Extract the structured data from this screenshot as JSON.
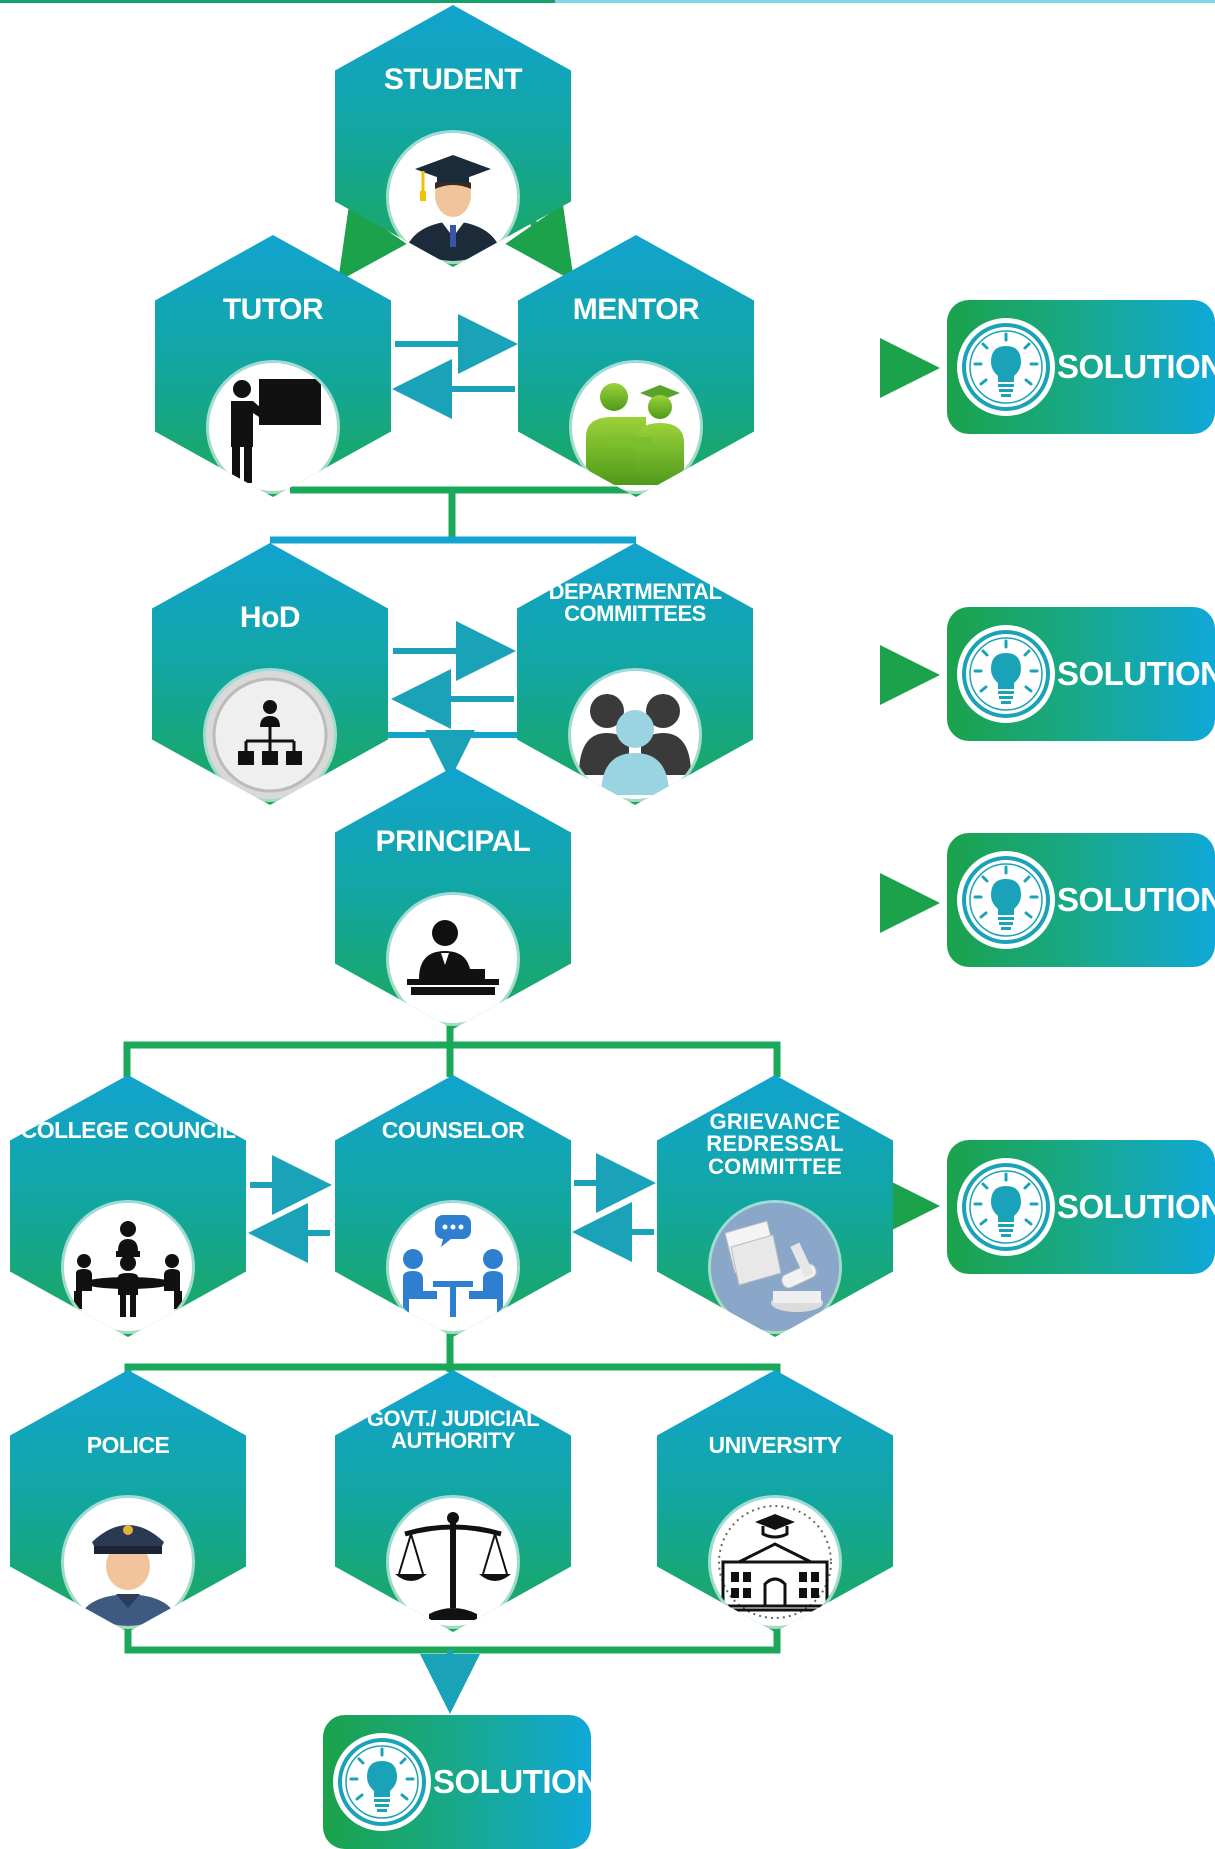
{
  "colors": {
    "hex_top": "#12a3cf",
    "hex_bottom": "#1aa85a",
    "connector_green": "#1aa85a",
    "arrow_teal": "#1aa3b8",
    "solution_left": "#1ba24a",
    "solution_right": "#10a8d8"
  },
  "nodes": {
    "student": {
      "label": "STUDENT",
      "icon": "graduate-icon"
    },
    "tutor": {
      "label": "TUTOR",
      "icon": "teacher-board-icon"
    },
    "mentor": {
      "label": "MENTOR",
      "icon": "mentor-icon"
    },
    "hod": {
      "label": "HoD",
      "icon": "hierarchy-icon"
    },
    "departmental_committees": {
      "label": "DEPARTMENTAL COMMITTEES",
      "icon": "group-icon"
    },
    "principal": {
      "label": "PRINCIPAL",
      "icon": "desk-official-icon"
    },
    "college_council": {
      "label": "COLLEGE COUNCIL",
      "icon": "meeting-table-icon"
    },
    "counselor": {
      "label": "COUNSELOR",
      "icon": "counseling-icon"
    },
    "grievance": {
      "label": "GRIEVANCE REDRESSAL COMMITTEE",
      "icon": "gavel-icon"
    },
    "police": {
      "label": "POLICE",
      "icon": "police-officer-icon"
    },
    "govt": {
      "label": "GOVT./ JUDICIAL AUTHORITY",
      "icon": "justice-scale-icon"
    },
    "university": {
      "label": "UNIVERSITY",
      "icon": "university-building-icon"
    }
  },
  "solutions": [
    {
      "label": "SOLUTION",
      "icon": "lightbulb-icon"
    },
    {
      "label": "SOLUTION",
      "icon": "lightbulb-icon"
    },
    {
      "label": "SOLUTION",
      "icon": "lightbulb-icon"
    },
    {
      "label": "SOLUTION",
      "icon": "lightbulb-icon"
    },
    {
      "label": "SOLUTION",
      "icon": "lightbulb-icon"
    }
  ]
}
